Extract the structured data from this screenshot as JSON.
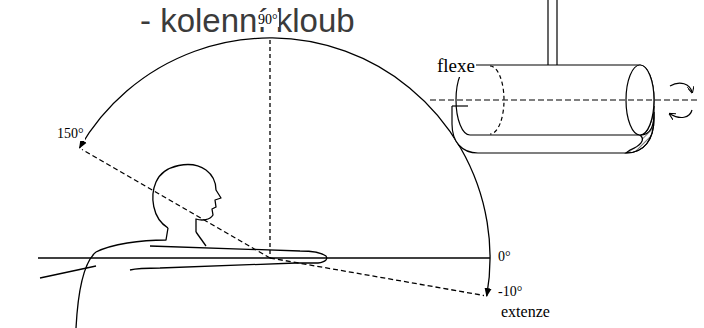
{
  "diagram": {
    "title": "- kolenní kloub",
    "labels": [
      "90°",
      "flexe",
      "150°",
      "0°",
      "-10°",
      "extenze"
    ]
  }
}
